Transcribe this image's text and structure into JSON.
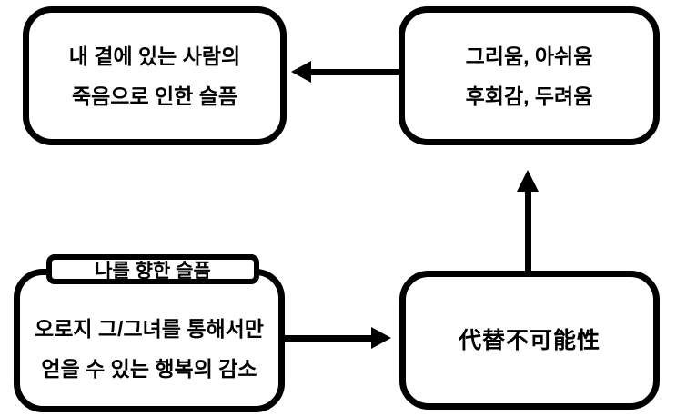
{
  "diagram": {
    "background_color": "#ffffff",
    "stroke_color": "#000000",
    "text_color": "#000000",
    "boxes": {
      "death_sadness": {
        "line1": "내 곁에 있는 사람의",
        "line2": "죽음으로 인한 슬픔"
      },
      "emotions": {
        "line1": "그리움, 아쉬움",
        "line2": "후회감, 두려움"
      },
      "self_sadness": {
        "label": "나를 향한 슬픔",
        "line1": "오로지 그/그녀를 통해서만",
        "line2": "얻을 수 있는 행복의 감소"
      },
      "irreplaceability": {
        "line1": "代替不可能性"
      }
    },
    "arrows": [
      {
        "name": "emotions-to-death-sadness",
        "from": "emotions",
        "to": "death_sadness",
        "direction": "left"
      },
      {
        "name": "irreplaceability-to-emotions",
        "from": "irreplaceability",
        "to": "emotions",
        "direction": "up"
      },
      {
        "name": "self-sadness-to-irreplaceability",
        "from": "self_sadness",
        "to": "irreplaceability",
        "direction": "right"
      }
    ]
  }
}
